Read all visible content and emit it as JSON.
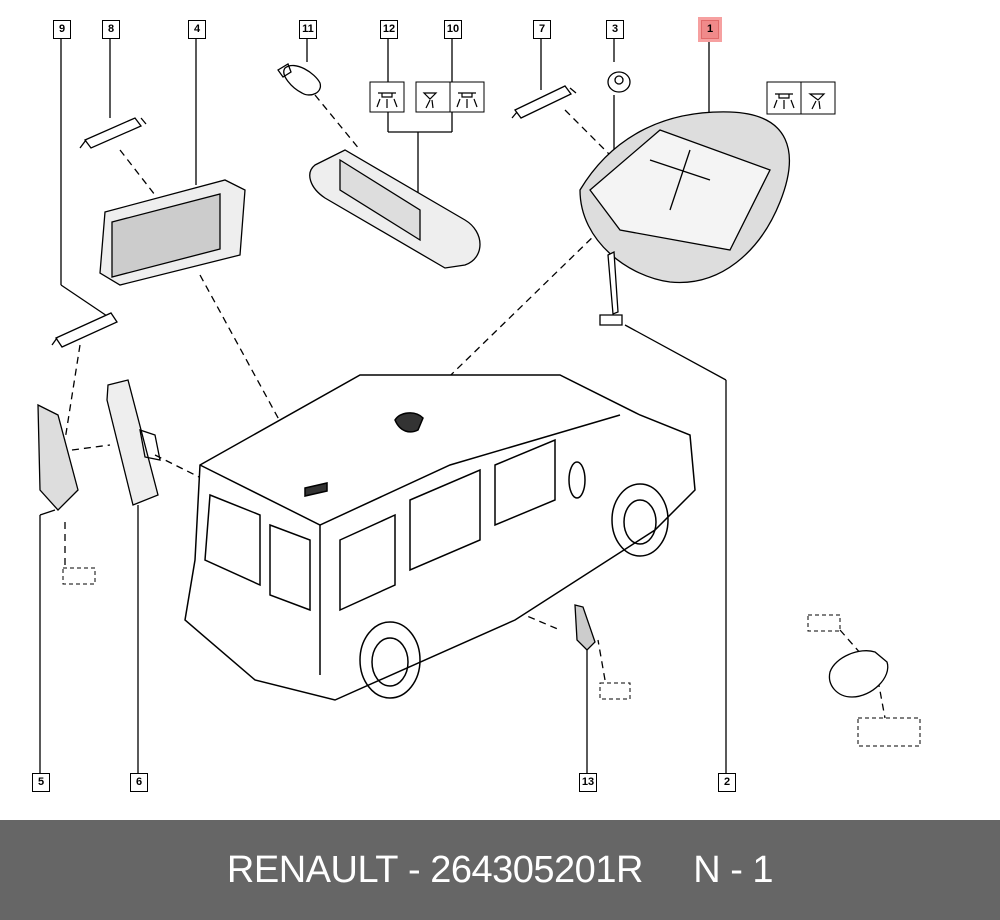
{
  "callouts": {
    "c1": "1",
    "c2": "2",
    "c3": "3",
    "c4": "4",
    "c5": "5",
    "c6": "6",
    "c7": "7",
    "c8": "8",
    "c9": "9",
    "c10": "10",
    "c11": "11",
    "c12": "12",
    "c13": "13"
  },
  "selected_callout": "1",
  "colors": {
    "highlight": "#f08a8a",
    "footer_bg": "#666666",
    "footer_text": "#ffffff"
  },
  "footer": {
    "brand": "RENAULT",
    "sep1": " - ",
    "part_number": "264305201R",
    "gap": "     ",
    "label": "N - 1"
  }
}
